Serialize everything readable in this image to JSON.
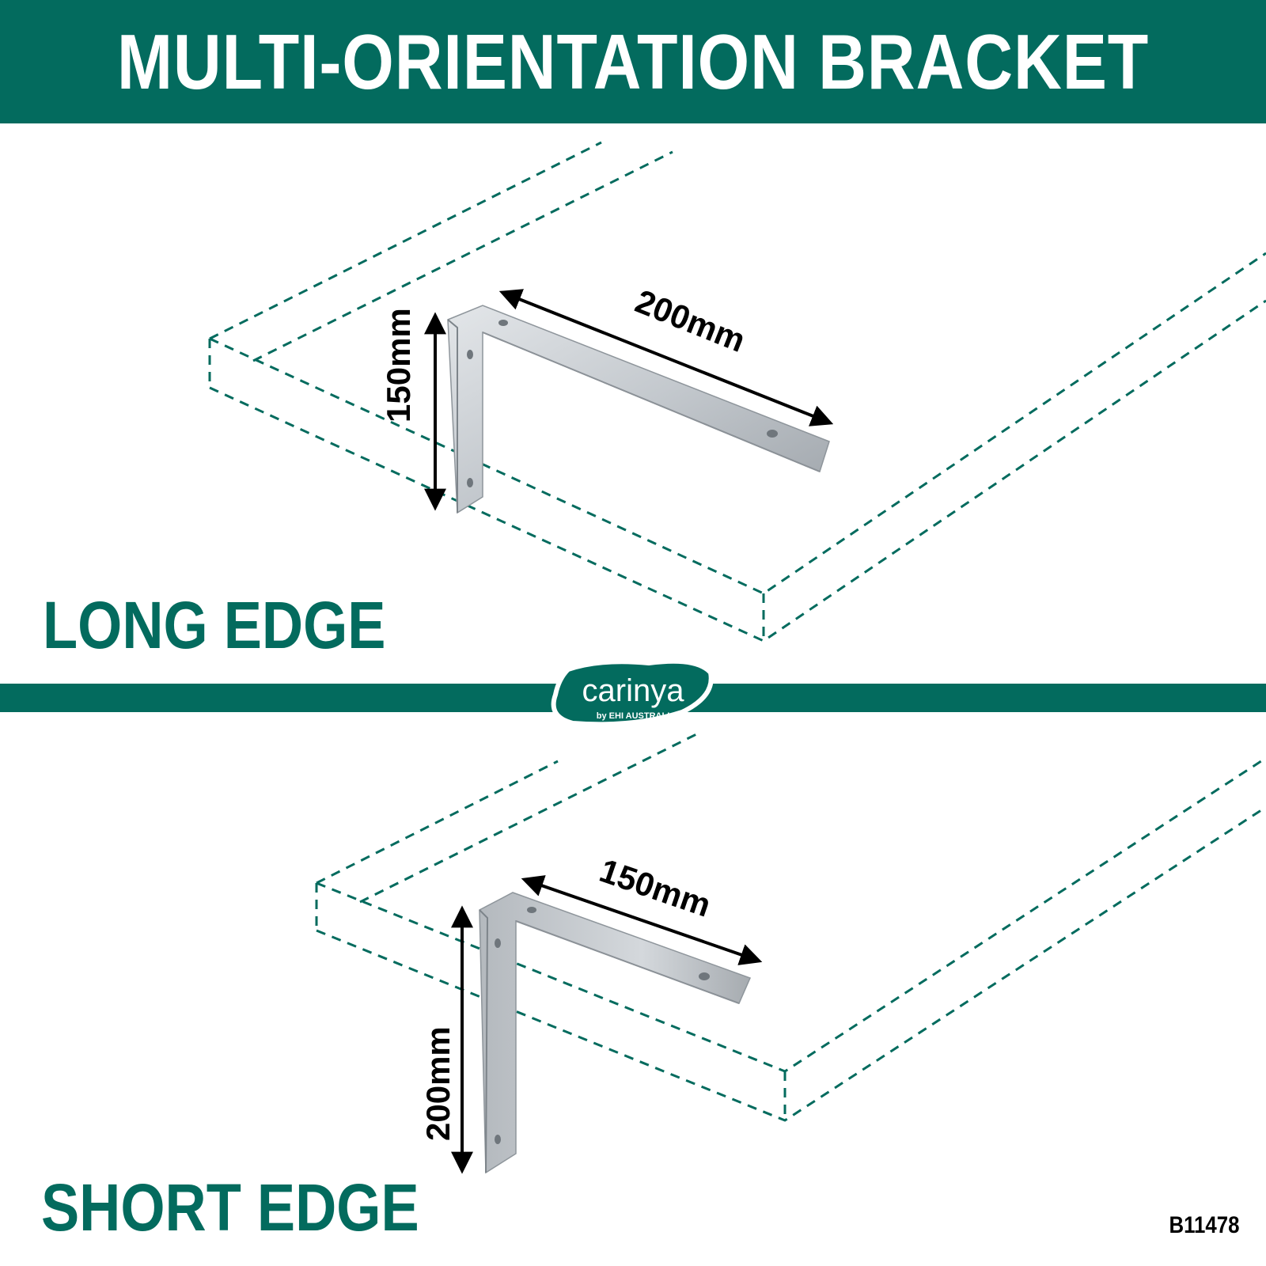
{
  "header": {
    "title": "MULTI-ORIENTATION BRACKET"
  },
  "sections": {
    "long": {
      "label": "LONG EDGE",
      "horizontal_dim": "200mm",
      "vertical_dim": "150mm"
    },
    "short": {
      "label": "SHORT EDGE",
      "horizontal_dim": "150mm",
      "vertical_dim": "200mm"
    }
  },
  "logo": {
    "name": "carinya",
    "tagline": "by EHI AUSTRALIA"
  },
  "product_code": "B11478",
  "colors": {
    "brand": "#036b5e",
    "bracket": "#c9ced3"
  }
}
